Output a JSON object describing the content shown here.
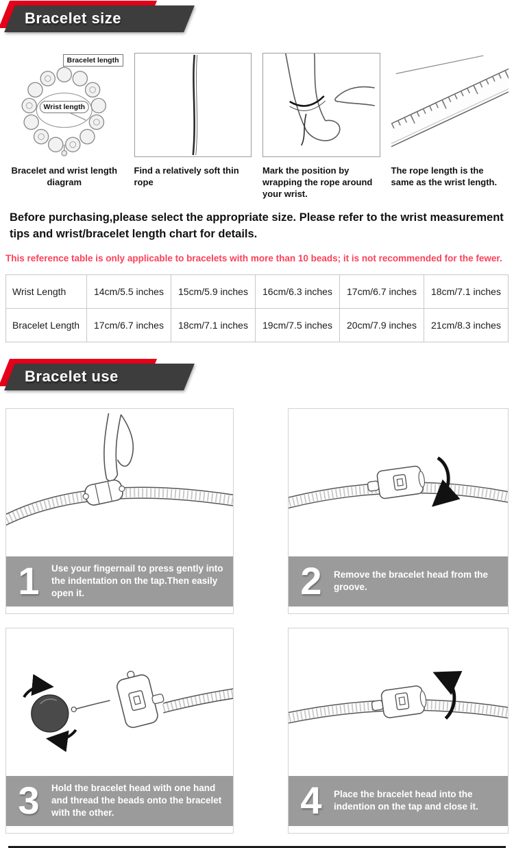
{
  "banners": {
    "size_title": "Bracelet size",
    "use_title": "Bracelet use"
  },
  "measure": {
    "steps": [
      {
        "caption": "Bracelet and wrist length diagram",
        "label_top": "Bracelet length",
        "label_inner": "Wrist length"
      },
      {
        "caption": "Find a relatively soft thin rope"
      },
      {
        "caption": "Mark the position by wrapping the rope around your wrist."
      },
      {
        "caption": "The rope length is the same as the wrist length."
      }
    ]
  },
  "intro": {
    "text": "Before purchasing,please select the appropriate size. Please refer to the wrist measurement tips and wrist/bracelet length chart for details."
  },
  "note": {
    "text": "This reference table is only applicable to bracelets with more than 10 beads; it is not recommended for the fewer."
  },
  "size_table": {
    "rows": [
      [
        "Wrist Length",
        "14cm/5.5 inches",
        "15cm/5.9 inches",
        "16cm/6.3 inches",
        "17cm/6.7 inches",
        "18cm/7.1 inches"
      ],
      [
        "Bracelet Length",
        "17cm/6.7 inches",
        "18cm/7.1 inches",
        "19cm/7.5 inches",
        "20cm/7.9 inches",
        "21cm/8.3 inches"
      ]
    ]
  },
  "use_steps": [
    {
      "num": "1",
      "text": "Use your fingernail to press gently into the indentation on the tap.Then easily open it."
    },
    {
      "num": "2",
      "text": "Remove the bracelet head from the groove."
    },
    {
      "num": "3",
      "text": "Hold the bracelet head with one hand and thread the beads onto the bracelet with the other."
    },
    {
      "num": "4",
      "text": "Place the bracelet head into the indention on the tap and close it."
    }
  ],
  "colors": {
    "banner_bg": "#3d3d3d",
    "banner_accent": "#e60019",
    "note_red": "#fb4158",
    "caption_bar": "#9b9b9b"
  }
}
